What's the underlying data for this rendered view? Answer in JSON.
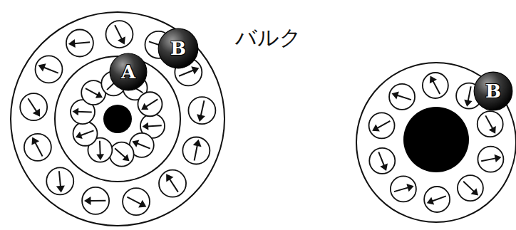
{
  "diagram": {
    "nodes": [
      {
        "text": [
          "A"
        ]
      },
      {
        "text": [
          "B"
        ]
      },
      {
        "text": [
          "B"
        ]
      }
    ],
    "labels": [
      "バルク"
    ]
  }
}
